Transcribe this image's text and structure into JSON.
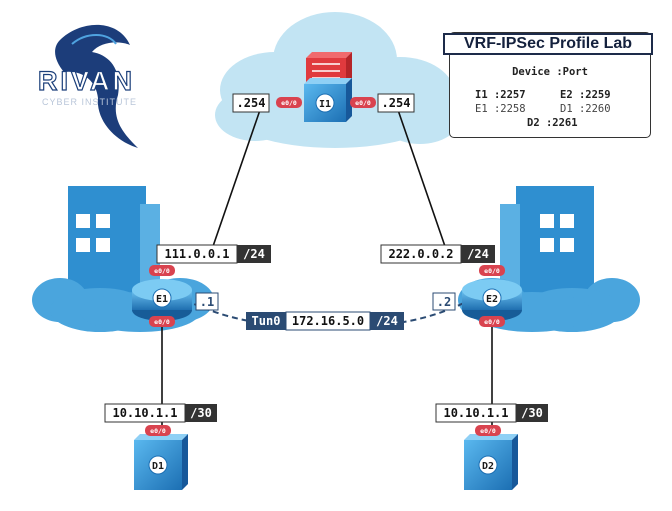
{
  "title": "VRF-IPSec Profile Lab",
  "logo": {
    "name": "RIVAN",
    "subtitle": "CYBER INSTITUTE"
  },
  "legend": {
    "header": "Device :Port",
    "rows": [
      {
        "left": "I1 :2257",
        "right": "E2 :2259"
      },
      {
        "left": "E1 :2258",
        "right": "D1 :2260"
      }
    ],
    "last": "D2 :2261"
  },
  "devices": {
    "I1": {
      "label": "I1",
      "type": "switch"
    },
    "E1": {
      "label": "E1",
      "type": "router"
    },
    "E2": {
      "label": "E2",
      "type": "router"
    },
    "D1": {
      "label": "D1",
      "type": "switch"
    },
    "D2": {
      "label": "D2",
      "type": "switch"
    }
  },
  "ports": {
    "i1_left": "e0/0",
    "i1_right": "e0/0",
    "e1_top": "e0/0",
    "e1_bottom": "e0/0",
    "e2_top": "e0/0",
    "e2_bottom": "e0/0",
    "d1_top": "e0/0",
    "d2_top": "e0/0"
  },
  "addresses": {
    "i1_left": ".254",
    "i1_right": ".254",
    "e1_outside": {
      "ip": "111.0.0.1",
      "mask": "/24"
    },
    "e2_outside": {
      "ip": "222.0.0.2",
      "mask": "/24"
    },
    "e1_inside": {
      "ip": "10.10.1.1",
      "mask": "/30"
    },
    "e2_inside": {
      "ip": "10.10.1.1",
      "mask": "/30"
    },
    "tunnel": {
      "name": "Tun0",
      "ip": "172.16.5.0",
      "mask": "/24",
      "e1_host": ".1",
      "e2_host": ".2"
    }
  },
  "colors": {
    "router": "#2a86c9",
    "switch": "#2e8fd0",
    "port": "#d9434f",
    "cloud": "#bfe3f2",
    "building": "#3a9bd6",
    "label_dark": "#333333",
    "tunnel": "#2b4b73"
  }
}
